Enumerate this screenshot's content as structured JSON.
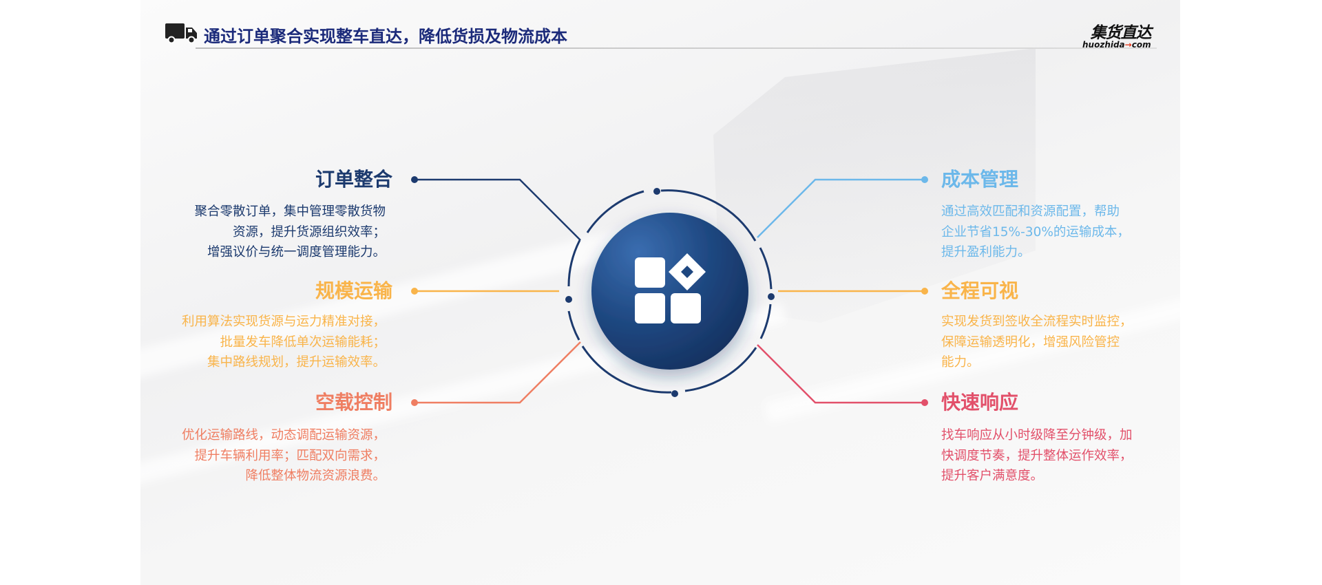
{
  "header": {
    "title": "通过订单聚合实现整车直达，降低货损及物流成本",
    "logo_cn": "集货直达",
    "logo_en_1": "huozhida",
    "logo_en_arrow": "→",
    "logo_en_2": "com"
  },
  "colors": {
    "navy": "#1c3a6e",
    "orange": "#f9b44a",
    "salmon": "#ef7e62",
    "blue": "#6cb8ea",
    "red": "#e2506a"
  },
  "center": {
    "icon": "apps-grid-icon"
  },
  "left": [
    {
      "title": "订单整合",
      "lines": [
        "聚合零散订单，集中管理零散货物",
        "资源，提升货源组织效率；",
        "增强议价与统一调度管理能力。"
      ]
    },
    {
      "title": "规模运输",
      "lines": [
        "利用算法实现货源与运力精准对接，",
        "批量发车降低单次运输能耗；",
        "集中路线规划，提升运输效率。"
      ]
    },
    {
      "title": "空载控制",
      "lines": [
        "优化运输路线，动态调配运输资源，",
        "提升车辆利用率；匹配双向需求，",
        "降低整体物流资源浪费。"
      ]
    }
  ],
  "right": [
    {
      "title": "成本管理",
      "lines": [
        "通过高效匹配和资源配置，帮助",
        "企业节省15%-30%的运输成本，",
        "提升盈利能力。"
      ]
    },
    {
      "title": "全程可视",
      "lines": [
        "实现发货到签收全流程实时监控，",
        "保障运输透明化，增强风险管控",
        "能力。"
      ]
    },
    {
      "title": "快速响应",
      "lines": [
        "找车响应从小时级降至分钟级，加",
        "快调度节奏，提升整体运作效率，",
        "提升客户满意度。"
      ]
    }
  ]
}
